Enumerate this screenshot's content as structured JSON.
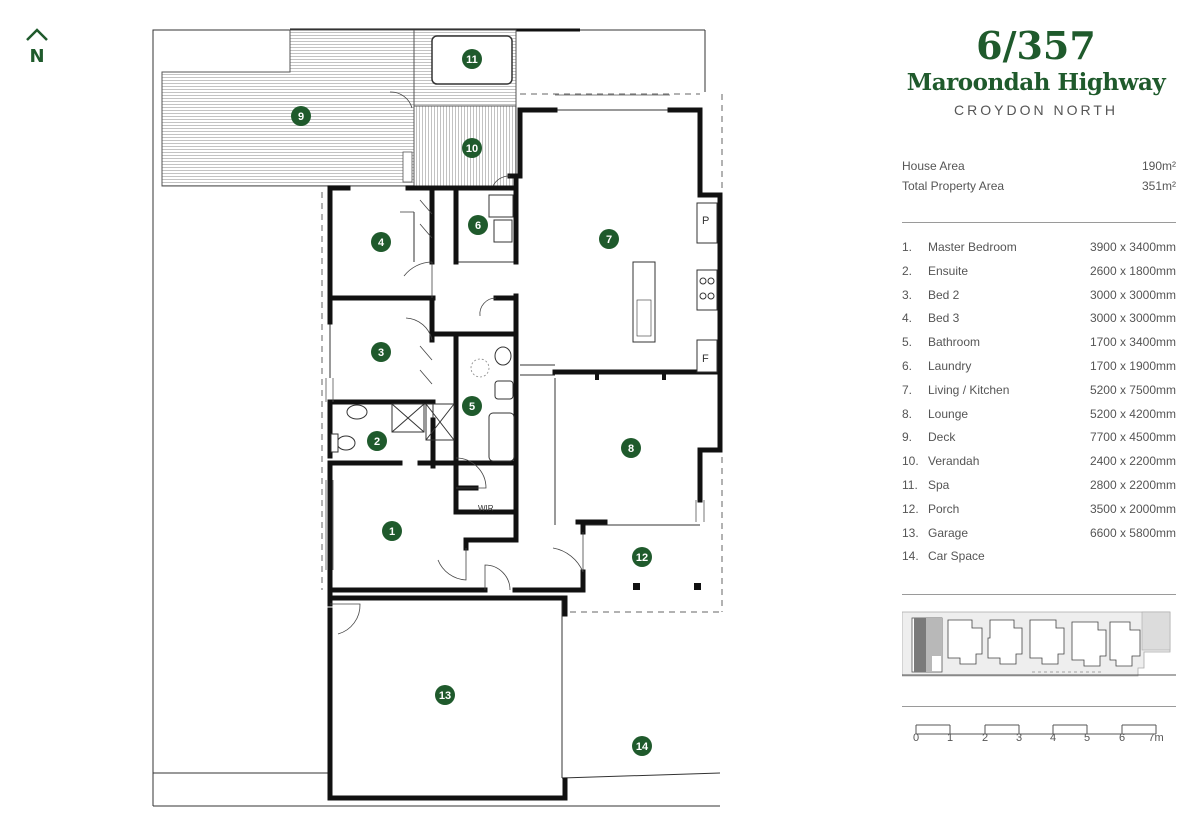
{
  "north_label": "N",
  "title": {
    "number": "6/357",
    "street": "Maroondah Highway",
    "suburb": "CROYDON NORTH"
  },
  "areas": [
    {
      "label": "House Area",
      "value": "190m²"
    },
    {
      "label": "Total Property Area",
      "value": "351m²"
    }
  ],
  "rooms": [
    {
      "num": "1.",
      "name": "Master Bedroom",
      "dim": "3900 x 3400mm"
    },
    {
      "num": "2.",
      "name": "Ensuite",
      "dim": "2600 x 1800mm"
    },
    {
      "num": "3.",
      "name": "Bed 2",
      "dim": "3000 x 3000mm"
    },
    {
      "num": "4.",
      "name": "Bed 3",
      "dim": "3000 x 3000mm"
    },
    {
      "num": "5.",
      "name": "Bathroom",
      "dim": "1700 x 3400mm"
    },
    {
      "num": "6.",
      "name": "Laundry",
      "dim": "1700 x 1900mm"
    },
    {
      "num": "7.",
      "name": "Living / Kitchen",
      "dim": "5200 x 7500mm"
    },
    {
      "num": "8.",
      "name": "Lounge",
      "dim": "5200 x 4200mm"
    },
    {
      "num": "9.",
      "name": "Deck",
      "dim": "7700 x 4500mm"
    },
    {
      "num": "10.",
      "name": "Verandah",
      "dim": "2400 x 2200mm"
    },
    {
      "num": "11.",
      "name": "Spa",
      "dim": "2800 x 2200mm"
    },
    {
      "num": "12.",
      "name": "Porch",
      "dim": "3500 x 2000mm"
    },
    {
      "num": "13.",
      "name": "Garage",
      "dim": "6600 x 5800mm"
    },
    {
      "num": "14.",
      "name": "Car Space",
      "dim": "",
      "dim_visible": false
    }
  ],
  "plan_labels": {
    "pantry": "P",
    "fridge": "F",
    "wir": "WIR"
  },
  "badges": [
    "1",
    "2",
    "3",
    "4",
    "5",
    "6",
    "7",
    "8",
    "9",
    "10",
    "11",
    "12",
    "13",
    "14"
  ],
  "scale_labels": [
    "0",
    "1",
    "2",
    "3",
    "4",
    "5",
    "6",
    "7m"
  ],
  "colors": {
    "brand_green": "#1f5a2c",
    "text_grey": "#555555",
    "wall": "#111111"
  }
}
